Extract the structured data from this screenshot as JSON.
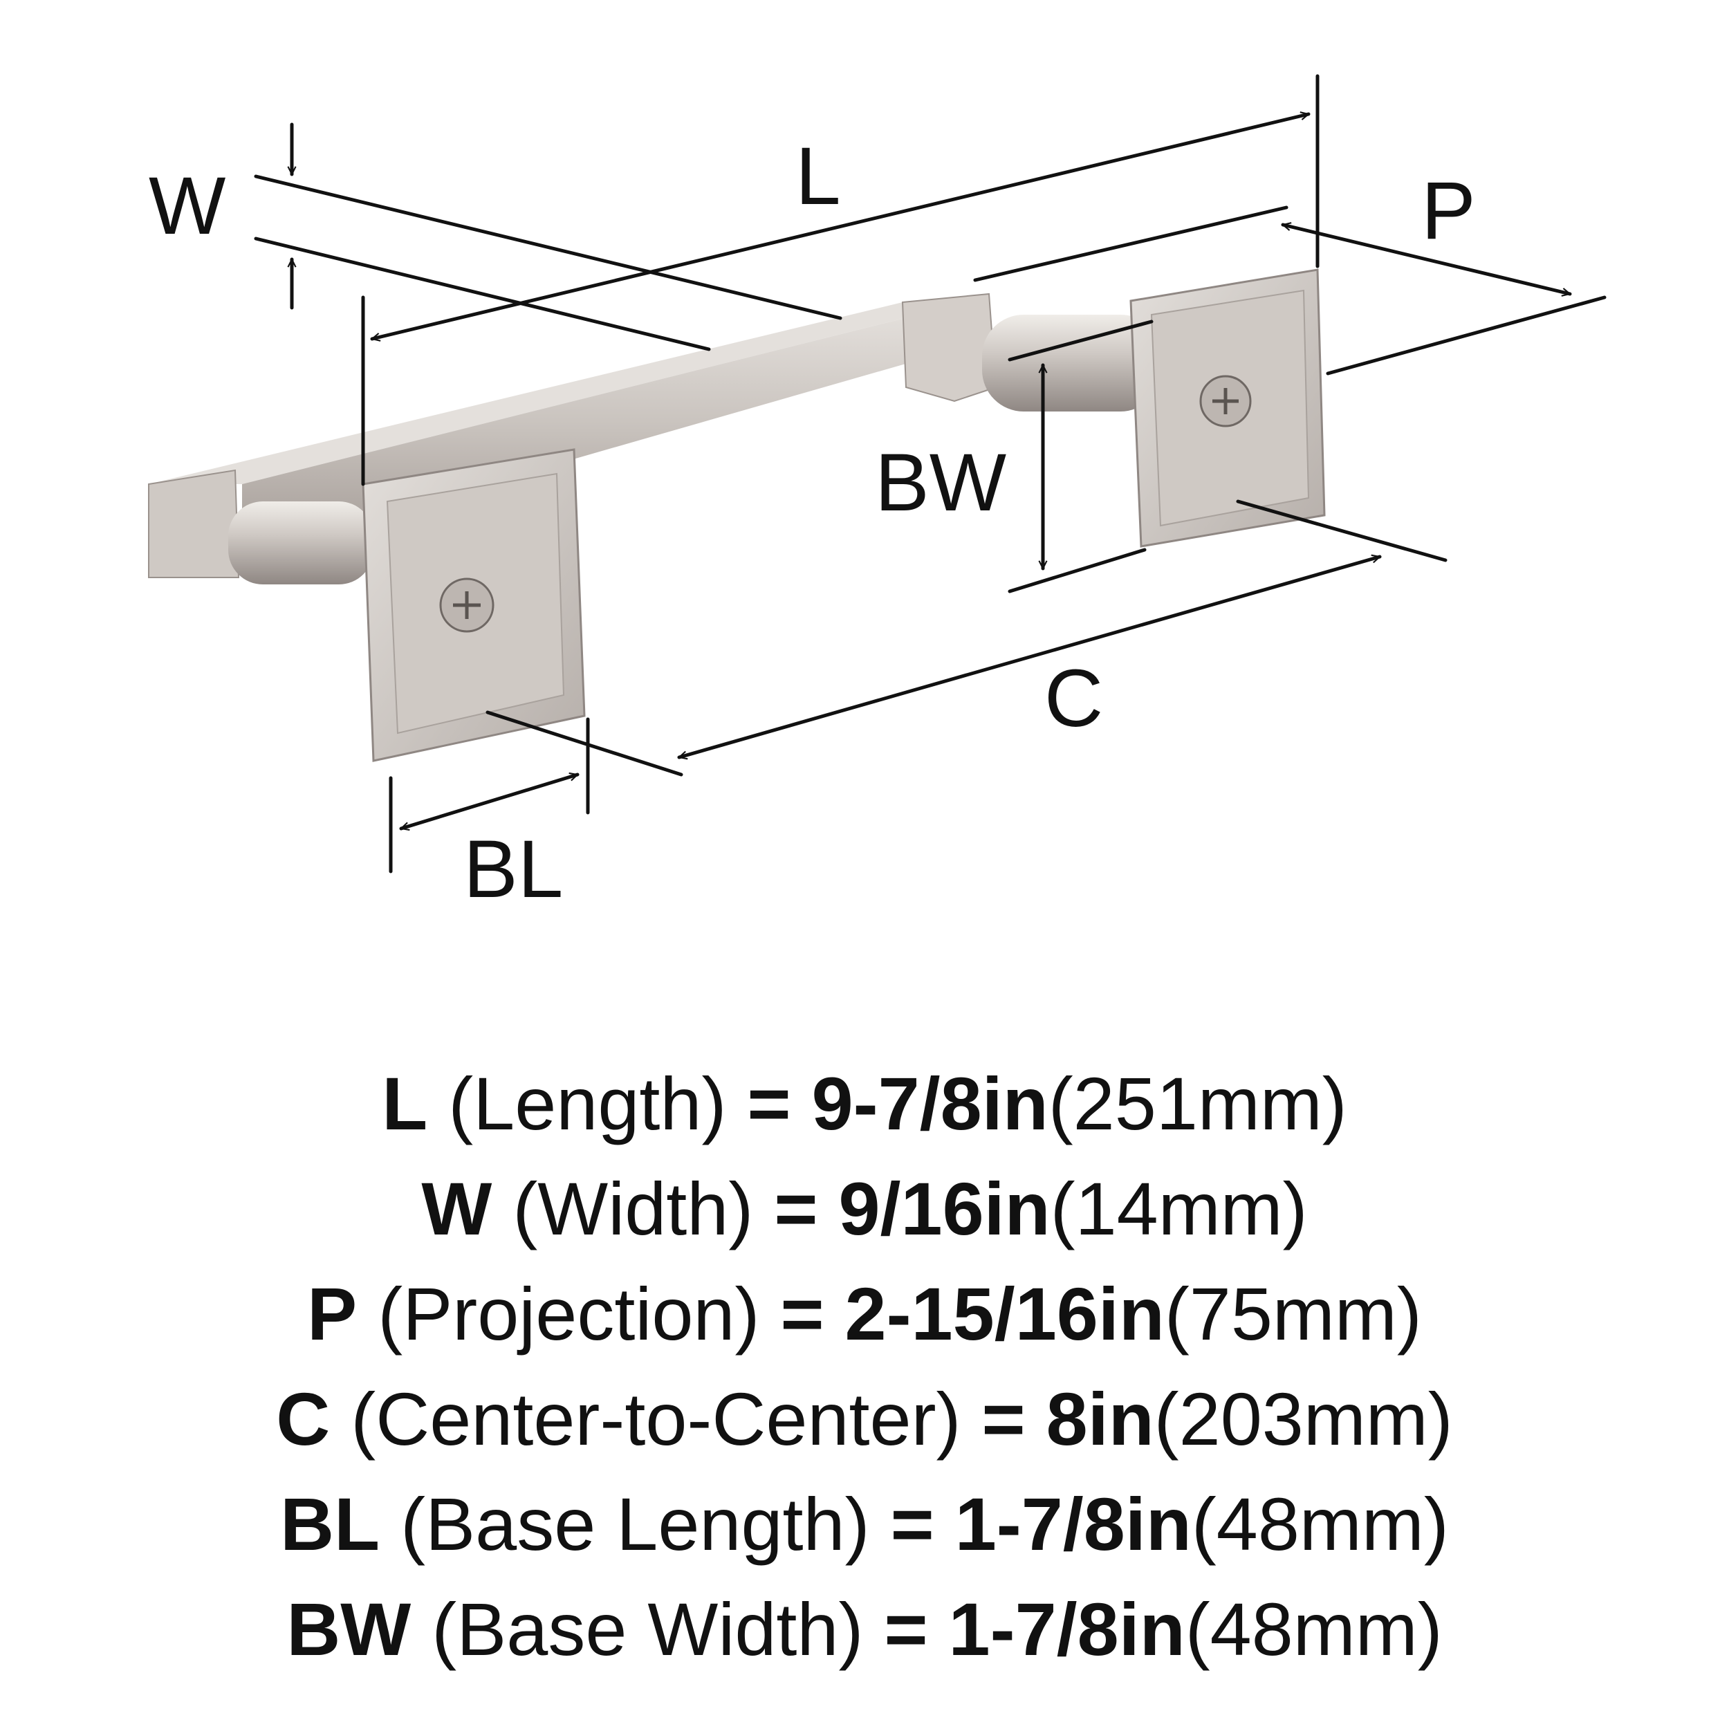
{
  "labels": {
    "W": "W",
    "L": "L",
    "P": "P",
    "BW": "BW",
    "C": "C",
    "BL": "BL"
  },
  "specs": [
    {
      "abbr": "L",
      "desc": "(Length)",
      "eq": "=",
      "imperial": "9-7/8in",
      "metric": "(251mm)"
    },
    {
      "abbr": "W",
      "desc": "(Width)",
      "eq": "=",
      "imperial": "9/16in",
      "metric": "(14mm)"
    },
    {
      "abbr": "P",
      "desc": "(Projection)",
      "eq": "=",
      "imperial": "2-15/16in",
      "metric": "(75mm)"
    },
    {
      "abbr": "C",
      "desc": "(Center-to-Center)",
      "eq": "=",
      "imperial": "8in",
      "metric": "(203mm)"
    },
    {
      "abbr": "BL",
      "desc": "(Base Length)",
      "eq": "=",
      "imperial": "1-7/8in",
      "metric": "(48mm)"
    },
    {
      "abbr": "BW",
      "desc": "(Base Width)",
      "eq": "=",
      "imperial": "1-7/8in",
      "metric": "(48mm)"
    }
  ],
  "colors": {
    "ink": "#111111",
    "metal_light": "#d9d4d0",
    "metal_mid": "#bdb6b1",
    "metal_dark": "#8f8783"
  }
}
